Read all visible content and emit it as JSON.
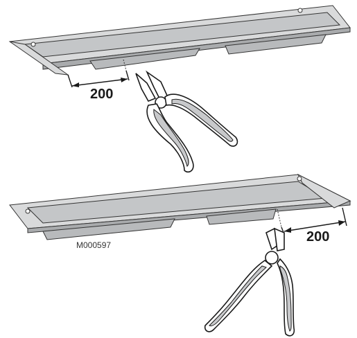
{
  "figure": {
    "top_dimension": "200",
    "bottom_dimension": "200",
    "reference_code": "M000597"
  },
  "icons": {
    "top_tool": "side-cutter-pliers-icon",
    "bottom_tool": "side-cutter-pliers-icon"
  },
  "colors": {
    "metal_light": "#d9dadb",
    "metal_dark": "#a9abad",
    "outline": "#1a1a1a"
  }
}
